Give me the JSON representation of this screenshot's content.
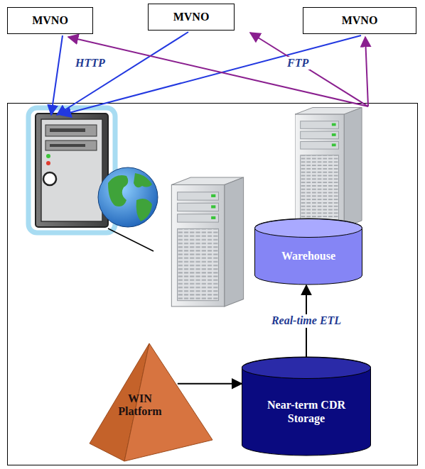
{
  "diagram": {
    "nodes": [
      {
        "text": [
          "MVNO"
        ]
      },
      {
        "text": [
          "MVNO"
        ]
      },
      {
        "text": [
          "MVNO"
        ]
      },
      {
        "text": [
          "Warehouse"
        ]
      },
      {
        "text": [
          "WIN Platform"
        ]
      },
      {
        "text": [
          "Near-term CDR Storage"
        ]
      }
    ],
    "edges": [
      {
        "from": 4,
        "to": 5,
        "arrow": "to"
      },
      {
        "from": 5,
        "to": 3,
        "arrow": "to",
        "label": "Real-time ETL"
      }
    ],
    "labels": [
      "HTTP",
      "FTP"
    ]
  }
}
